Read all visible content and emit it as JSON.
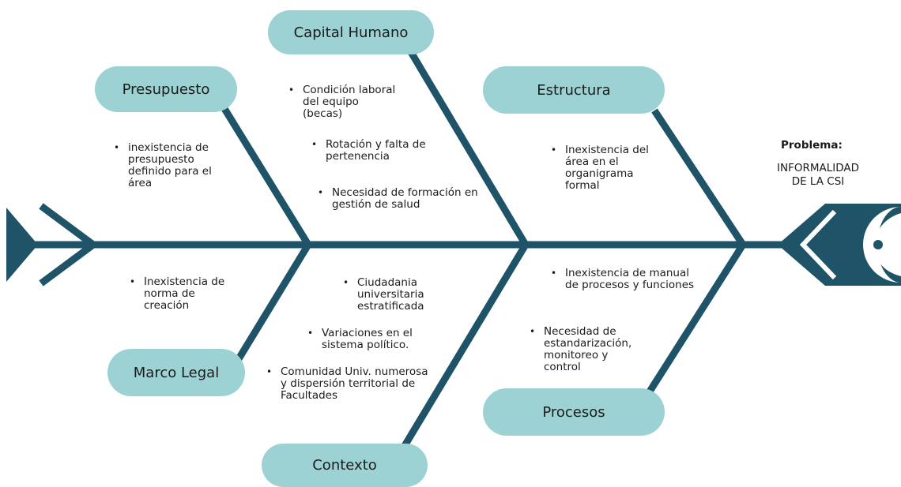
{
  "problem": {
    "label": "Problema:",
    "text": "INFORMALIDAD DE LA CSI"
  },
  "categories": {
    "capital_humano": {
      "label": "Capital Humano",
      "items": [
        "Condición laboral del equipo (becas)",
        "Rotación y falta de pertenencia",
        "Necesidad de formación en gestión de salud"
      ]
    },
    "presupuesto": {
      "label": "Presupuesto",
      "items": [
        "inexistencia de presupuesto definido para el área"
      ]
    },
    "estructura": {
      "label": "Estructura",
      "items": [
        "Inexistencia del área en el organigrama formal"
      ]
    },
    "marco_legal": {
      "label": "Marco Legal",
      "items": [
        "Inexistencia de norma de creación"
      ]
    },
    "contexto": {
      "label": "Contexto",
      "items": [
        "Ciudadania universitaria estratificada",
        "Variaciones en el sistema político.",
        "Comunidad Univ. numerosa y dispersión territorial de Facultades"
      ]
    },
    "procesos": {
      "label": "Procesos",
      "items": [
        "Inexistencia de manual de procesos y funciones",
        "Necesidad de estandarización, monitoreo y control"
      ]
    }
  },
  "colors": {
    "bone": "#1f5368",
    "pill": "#9dd2d4",
    "background": "#ffffff"
  }
}
